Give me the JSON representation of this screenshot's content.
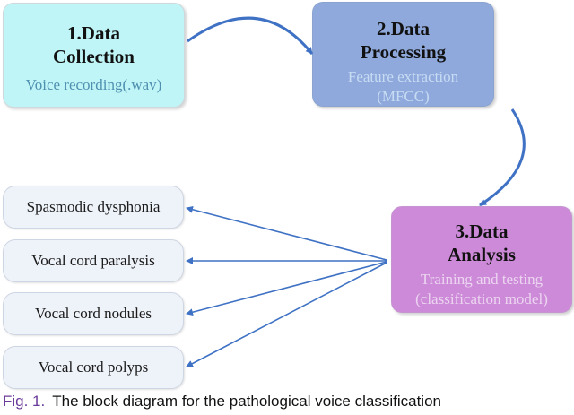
{
  "stages": [
    {
      "title_lines": [
        "1.Data",
        "Collection"
      ],
      "detail_lines": [
        "Voice recording(.wav)"
      ],
      "color": "#bff5f6"
    },
    {
      "title_lines": [
        "2.Data",
        "Processing"
      ],
      "detail_lines": [
        "Feature extraction",
        "(MFCC)"
      ],
      "color": "#8fa9dc"
    },
    {
      "title_lines": [
        "3.Data",
        "Analysis"
      ],
      "detail_lines": [
        "Training and testing",
        "(classification model)"
      ],
      "color": "#cd8ad8"
    }
  ],
  "outputs": [
    "Spasmodic dysphonia",
    "Vocal cord paralysis",
    "Vocal cord nodules",
    "Vocal cord polyps"
  ],
  "arrow_color": "#3f72c4",
  "caption": {
    "label": "Fig. 1.",
    "text": "The block diagram for the pathological voice classification"
  }
}
